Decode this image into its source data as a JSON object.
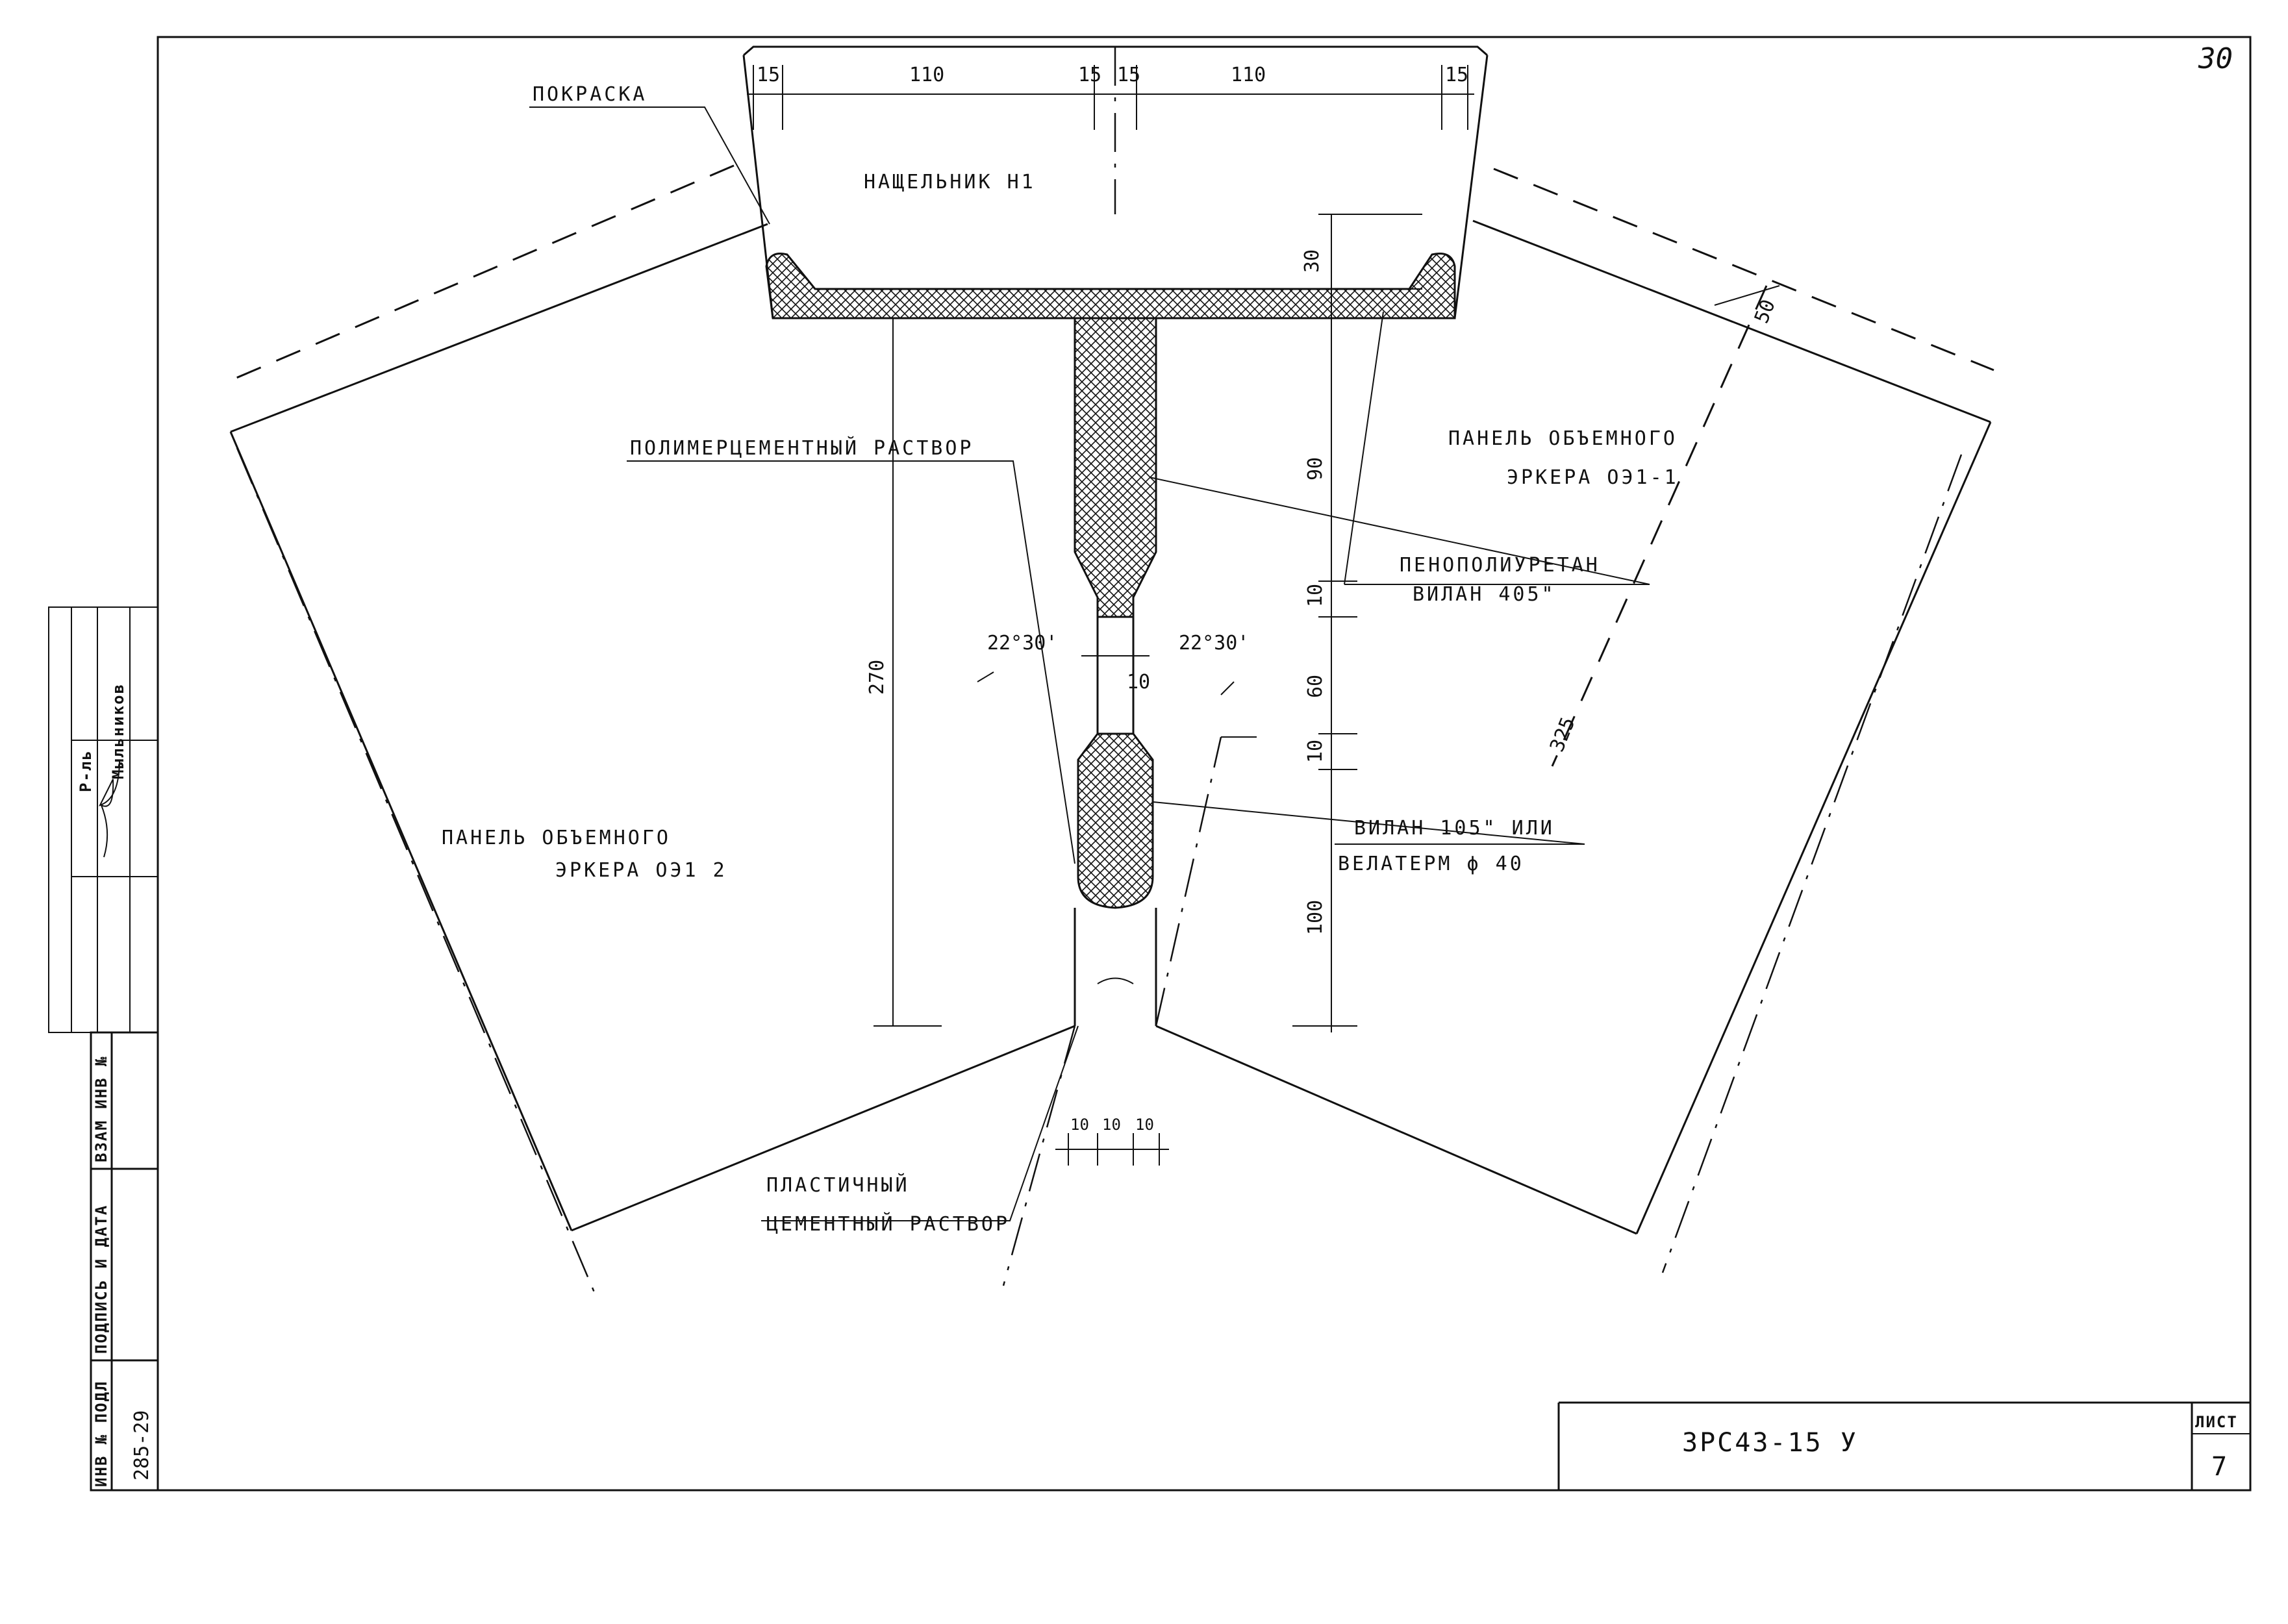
{
  "sheet": {
    "page_number": "30",
    "code": "3РС43-15 У",
    "sheet_label": "ЛИСТ",
    "sheet_number": "7"
  },
  "left_stamp": {
    "inv_podl": "ИНВ № ПОДЛ",
    "signature_date": "ПОДПИСЬ И ДАТА",
    "vzam_inv": "ВЗАМ ИНВ №",
    "inv_value": "285-29",
    "role": "Р-ль",
    "name": "Мыльников"
  },
  "labels": {
    "painting": "ПОКРАСКА",
    "lintel": "НАЩЕЛЬНИК Н1",
    "polymer_mortar": "ПОЛИМЕРЦЕМЕНТНЫЙ РАСТВОР",
    "panel_right_1": "ПАНЕЛЬ ОБЪЕМНОГО",
    "panel_right_2": "ЭРКЕРА ОЭ1-1",
    "panel_left_1": "ПАНЕЛЬ ОБЪЕМНОГО",
    "panel_left_2": "ЭРКЕРА ОЭ1 2",
    "foam_1": "ПЕНОПОЛИУРЕТАН",
    "foam_2": "ВИЛАН 405\"",
    "vilan_1": "ВИЛАН 105\" ИЛИ",
    "vilan_2": "ВЕЛАТЕРМ ϕ 40",
    "plastic_1": "ПЛАСТИЧНЫЙ",
    "plastic_2": "ЦЕМЕНТНЫЙ РАСТВОР"
  },
  "dimensions": {
    "d15_left": "15",
    "d110_left": "110",
    "d15_mid_left": "15",
    "d15_mid_right": "15",
    "d110_right": "110",
    "d15_right": "15",
    "d30": "30",
    "d50": "50",
    "d90": "90",
    "d10_a": "10",
    "d60": "60",
    "d10_b": "10",
    "d100": "100",
    "d270": "270",
    "d325": "325",
    "d10_gap": "10",
    "angle_left": "22°30'",
    "angle_right": "22°30'",
    "bottom_a": "10",
    "bottom_b": "10",
    "bottom_c": "10"
  }
}
